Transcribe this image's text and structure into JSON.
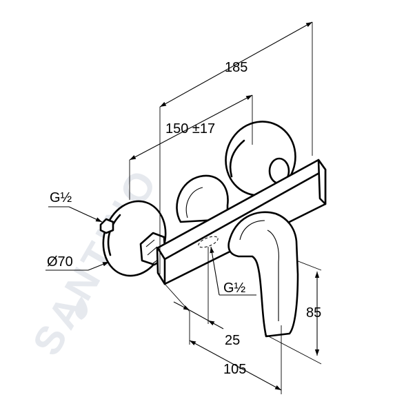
{
  "watermark": "SANTINO",
  "dimensions": {
    "overall_length": "185",
    "center_distance": "150 ±17",
    "inlet_thread": "G½",
    "eccentric_diameter": "Ø70",
    "outlet_thread": "G½",
    "outlet_offset": "25",
    "lever_height": "85",
    "body_depth": "105"
  }
}
